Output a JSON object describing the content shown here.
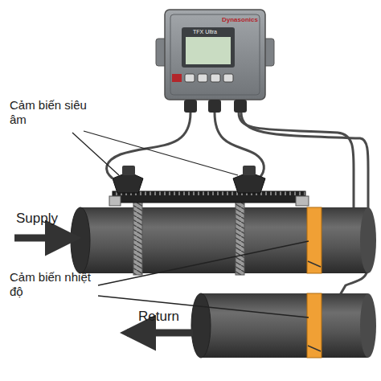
{
  "diagram": {
    "labels": [
      "Cảm biến siêu âm",
      "Cảm biến nhiệt độ",
      "Supply",
      "Return",
      "Dynasonics",
      "TFX Ultra"
    ]
  }
}
